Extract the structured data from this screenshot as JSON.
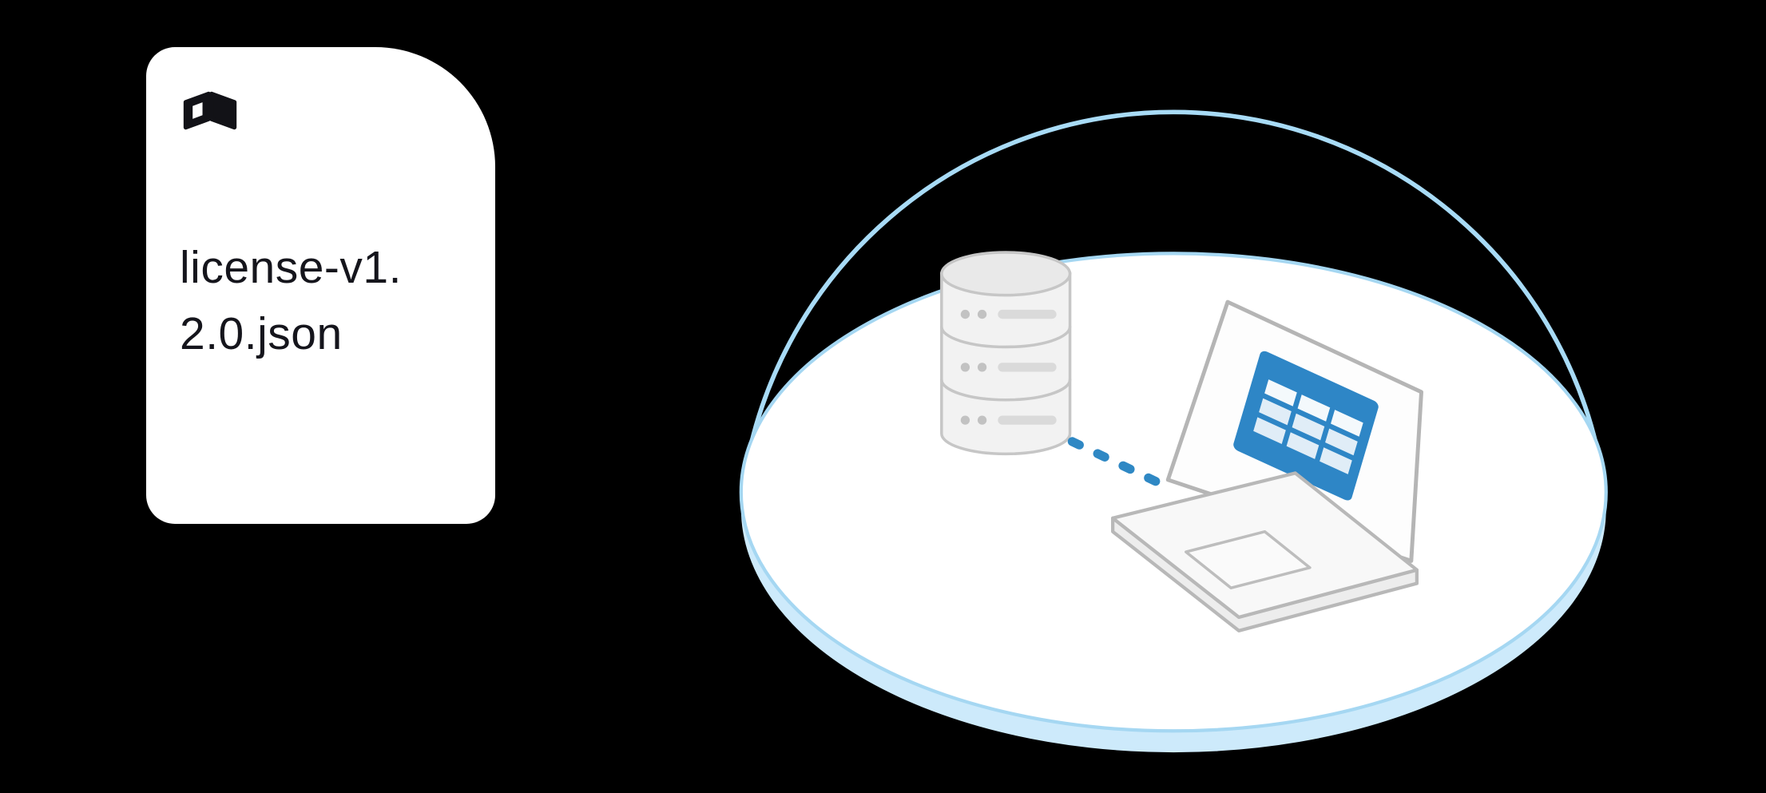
{
  "background": "#000000",
  "file_card": {
    "filename": "license-v1.2.0.json",
    "filename_lines": [
      "license-v1.",
      "2.0.json"
    ],
    "logo": "brand-book-mark",
    "colors": {
      "card_bg": "#ffffff",
      "text": "#15151c",
      "logo": "#121217"
    }
  },
  "illustration": {
    "scene": "database connected to laptop by dotted sync line on a circular platform under a dome",
    "colors": {
      "dome_stroke": "#a8dbf6",
      "platform_rim": "#cdeafb",
      "platform_fill": "#ffffff",
      "platform_stroke": "#a5d7f2",
      "accent_blue": "#2e86c6",
      "connector_blue": "#2f88c4",
      "device_stroke": "#c2c2c2",
      "device_fill": "#f2f2f2",
      "screen_cell": "#ffffff"
    },
    "elements": {
      "database": "database-stack-icon",
      "connection": "dotted-sync-line",
      "laptop": "laptop-icon",
      "screen_content": "table-grid"
    }
  }
}
